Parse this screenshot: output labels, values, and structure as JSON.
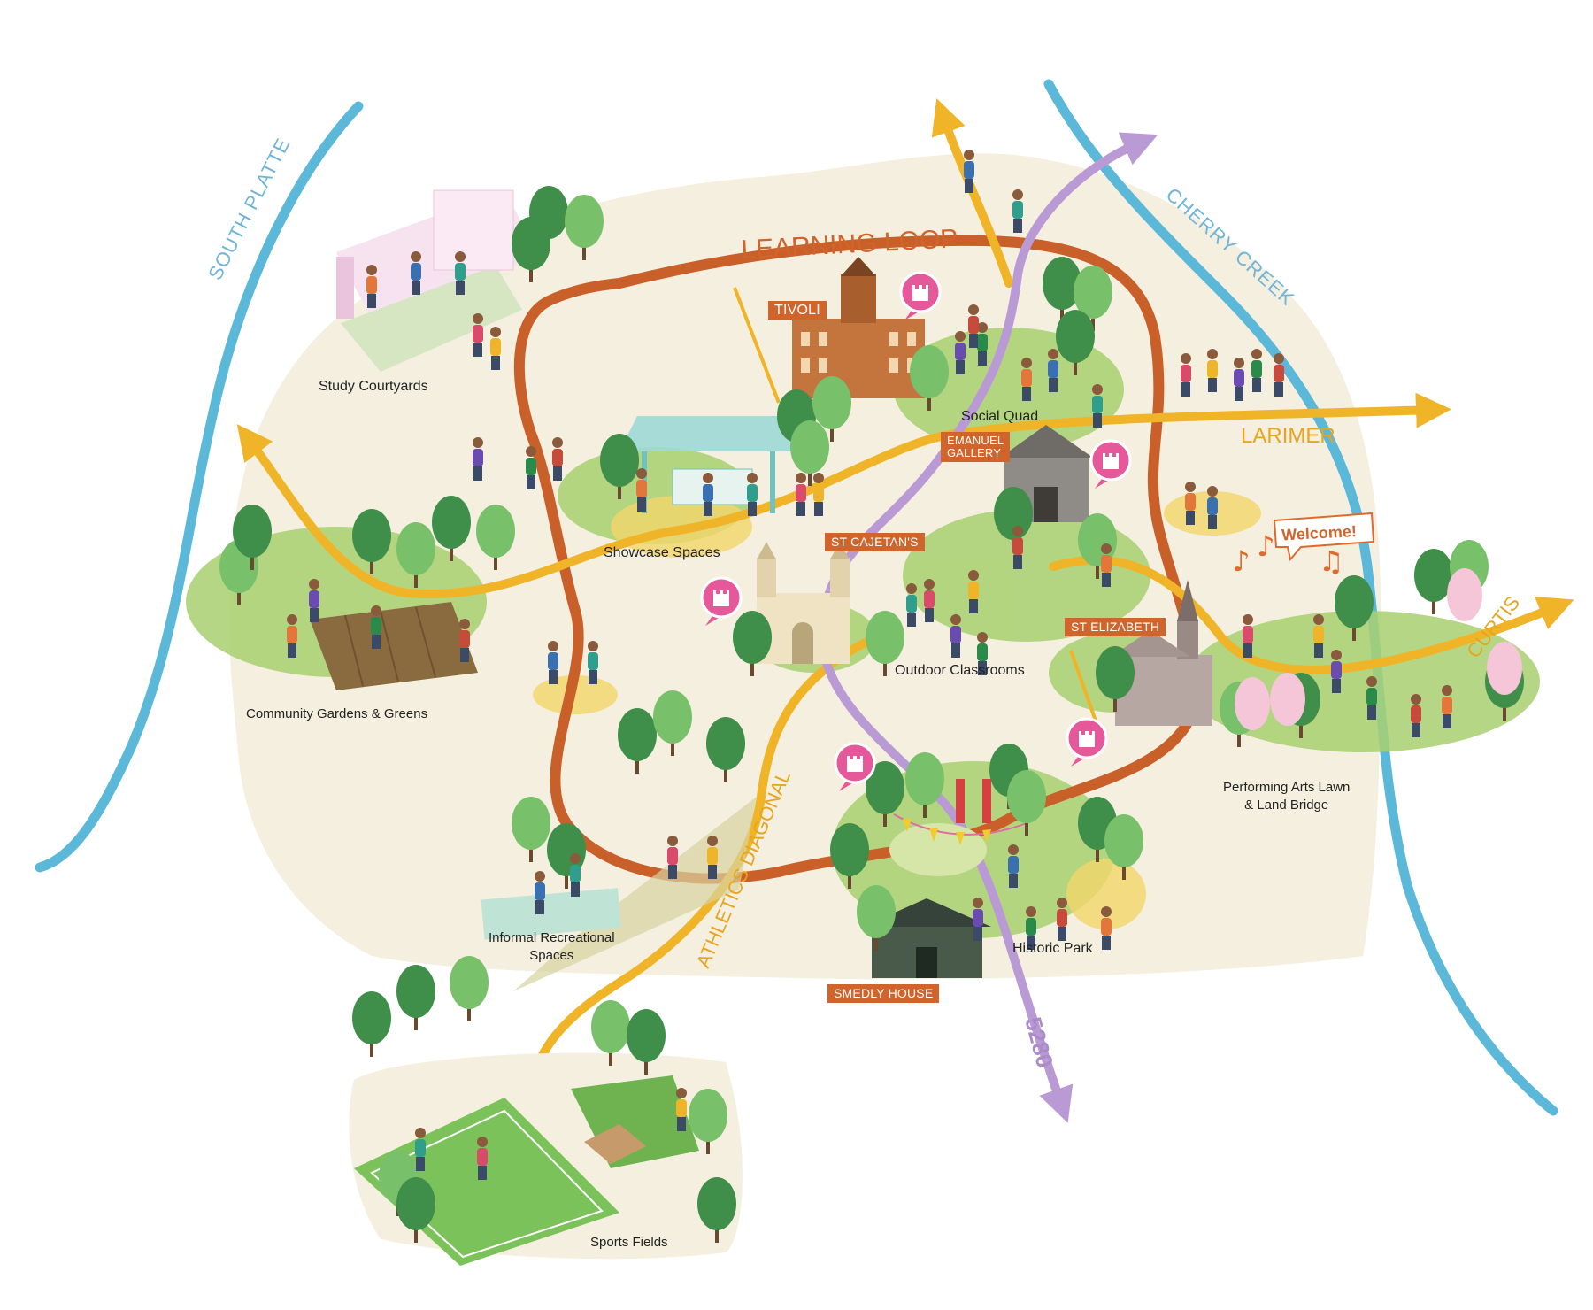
{
  "rivers": {
    "south_platte": "SOUTH PLATTE",
    "cherry_creek": "CHERRY CREEK"
  },
  "routes": {
    "learning_loop": "LEARNING LOOP",
    "larimer": "LARIMER",
    "curtis": "CURTIS",
    "athletics_diagonal": "ATHLETICS DIAGONAL",
    "route_5280": "5280"
  },
  "buildings": {
    "tivoli": "TIVOLI",
    "emanuel_gallery": [
      "EMANUEL",
      "GALLERY"
    ],
    "st_cajetans": "ST CAJETAN'S",
    "st_elizabeth": "ST ELIZABETH",
    "smedly_house": "SMEDLY HOUSE"
  },
  "places": {
    "study_courtyards": "Study Courtyards",
    "showcase_spaces": "Showcase Spaces",
    "social_quad": "Social Quad",
    "community_gardens": "Community Gardens & Greens",
    "outdoor_classrooms": "Outdoor Classrooms",
    "performing_arts": [
      "Performing Arts Lawn",
      "& Land Bridge"
    ],
    "informal_recreation": [
      "Informal Recreational",
      "Spaces"
    ],
    "historic_park": "Historic Park",
    "sports_fields": "Sports Fields"
  },
  "signs": {
    "welcome": "Welcome!"
  },
  "colors": {
    "river": "#5bb8d9",
    "campus": "#f4efdf",
    "learning_loop": "#c9602a",
    "larimer": "#f0b428",
    "route_5280": "#b99ad4",
    "tree_dark": "#3f8f4a",
    "tree_light": "#79c06a",
    "lawn": "#a8d070",
    "landmark_pin": "#e5589a",
    "tag": "#d0642a"
  }
}
